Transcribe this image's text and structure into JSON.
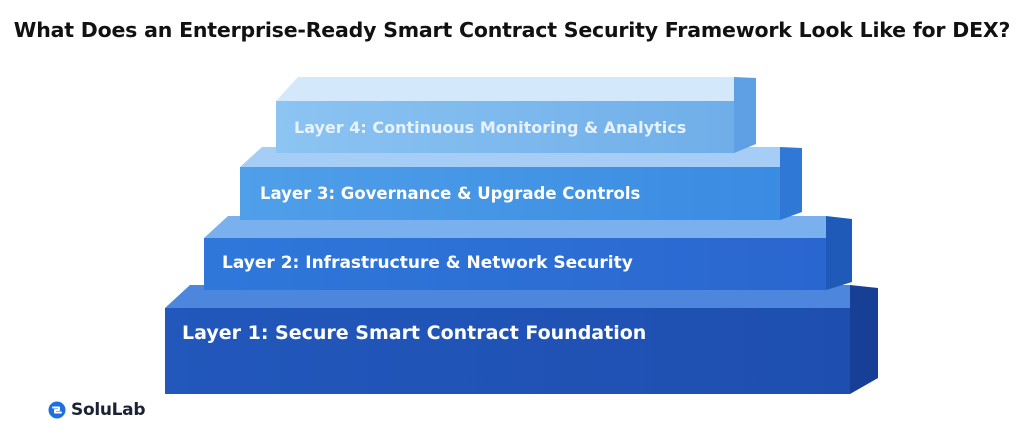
{
  "title": "What Does an Enterprise-Ready Smart Contract Security Framework Look Like for DEX?",
  "layers": [
    {
      "label": "Layer 4: Continuous Monitoring & Analytics",
      "color": "#7fb8ee"
    },
    {
      "label": "Layer 3: Governance & Upgrade Controls",
      "color": "#4d9ae8"
    },
    {
      "label": "Layer 2: Infrastructure & Network Security",
      "color": "#2f74d9"
    },
    {
      "label": "Layer 1: Secure Smart Contract Foundation",
      "color": "#1f55b8"
    }
  ],
  "brand": {
    "name": "SoluLab",
    "icon": "solulab-logo-icon",
    "color": "#1f6fe0"
  }
}
